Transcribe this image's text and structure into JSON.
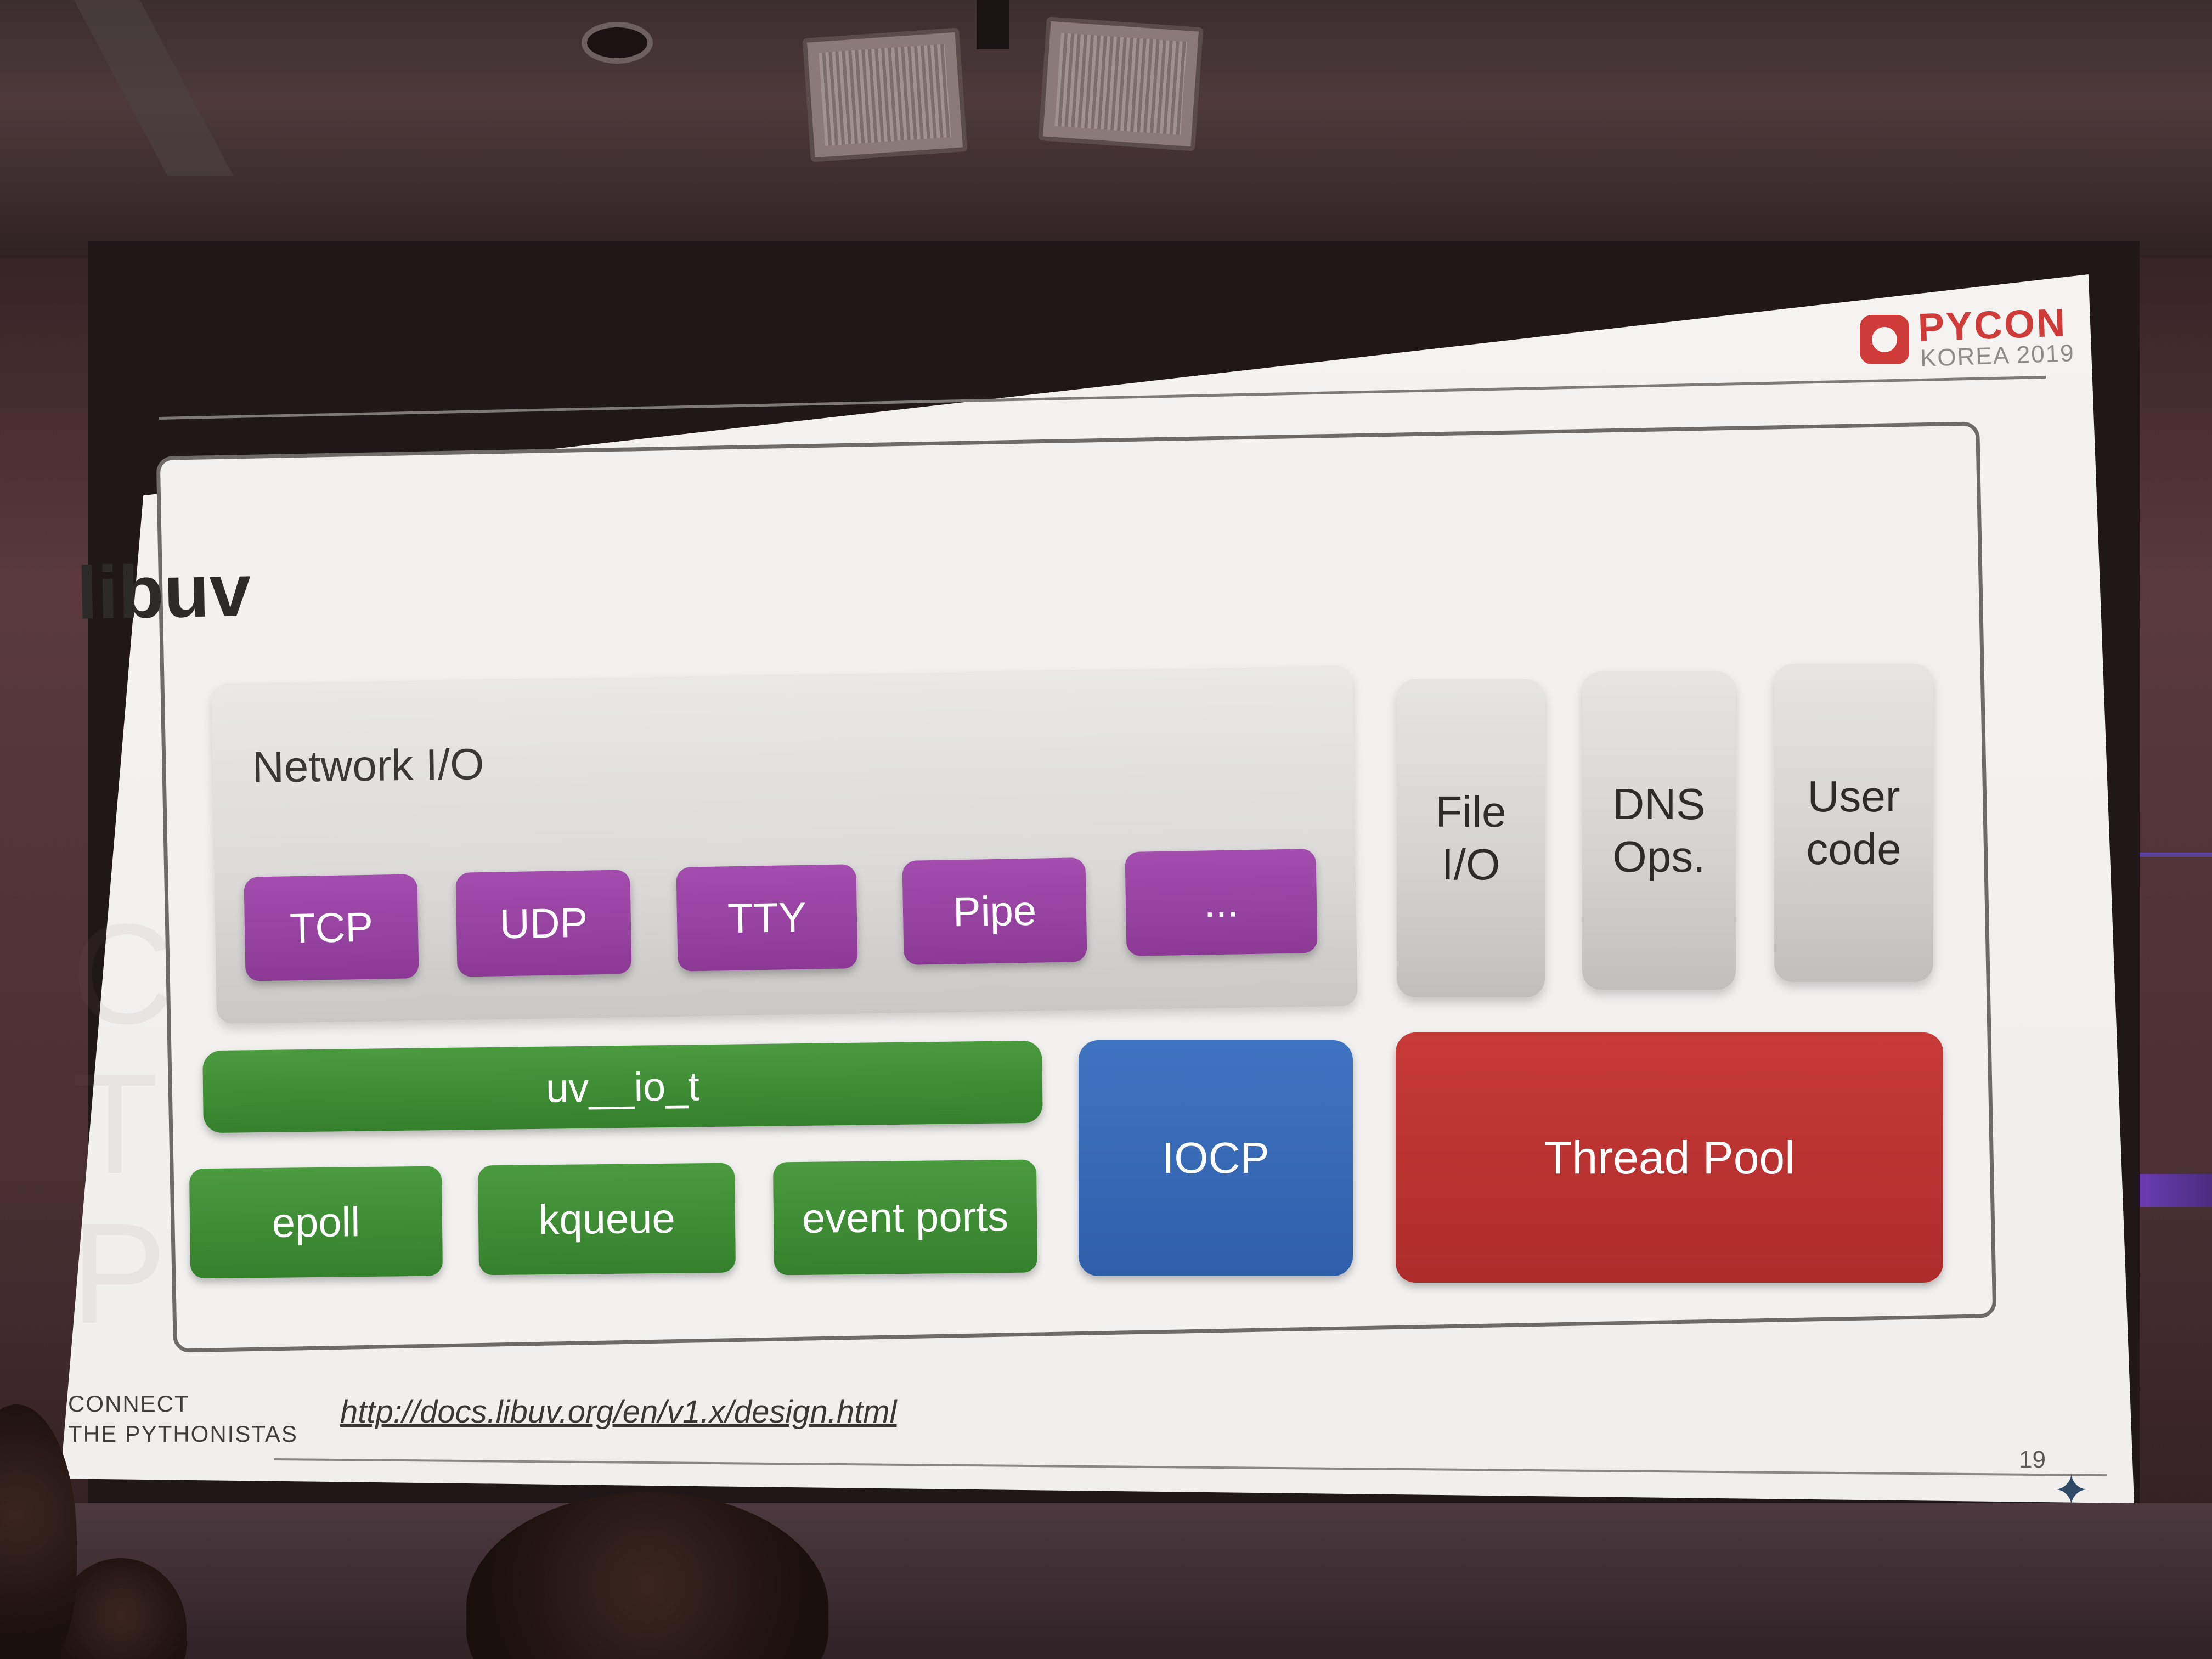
{
  "slide": {
    "title": "libuv",
    "network_label": "Network I/O",
    "network_handles": [
      "TCP",
      "UDP",
      "TTY",
      "Pipe",
      "..."
    ],
    "side_boxes": {
      "file_io": [
        "File",
        "I/O"
      ],
      "dns": [
        "DNS",
        "Ops."
      ],
      "user_code": [
        "User",
        "code"
      ]
    },
    "uv_io": "uv__io_t",
    "backends": [
      "epoll",
      "kqueue",
      "event ports"
    ],
    "iocp": "IOCP",
    "thread_pool": "Thread Pool",
    "footer_tagline": [
      "CONNECT",
      "THE PYTHONISTAS"
    ],
    "footer_link": "http://docs.libuv.org/en/v1.x/design.html",
    "page_number": "19"
  },
  "logo": {
    "title": "PYCON",
    "subtitle": "KOREA 2019"
  },
  "colors": {
    "purple": "#a34dae",
    "green": "#4a9a3e",
    "blue": "#3f74c2",
    "red": "#c73a38",
    "logo_red": "#cf3b38"
  }
}
